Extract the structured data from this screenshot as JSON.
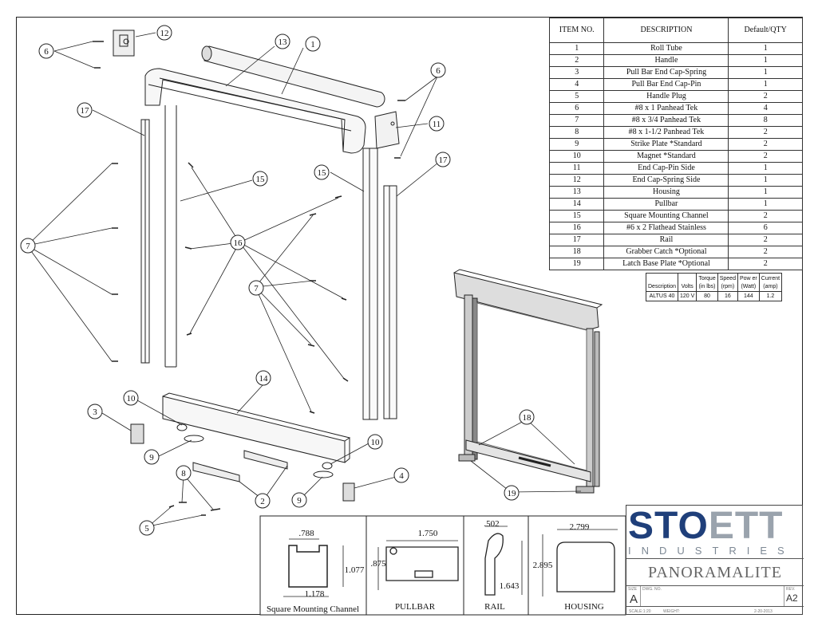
{
  "table": {
    "headers": [
      "ITEM NO.",
      "DESCRIPTION",
      "Default/QTY"
    ],
    "rows": [
      [
        "1",
        "Roll Tube",
        "1"
      ],
      [
        "2",
        "Handle",
        "1"
      ],
      [
        "3",
        "Pull Bar End Cap-Spring",
        "1"
      ],
      [
        "4",
        "Pull Bar End Cap-Pin",
        "1"
      ],
      [
        "5",
        "Handle Plug",
        "2"
      ],
      [
        "6",
        "#8 x 1 Panhead Tek",
        "4"
      ],
      [
        "7",
        "#8 x 3/4 Panhead Tek",
        "8"
      ],
      [
        "8",
        "#8 x 1-1/2 Panhead Tek",
        "2"
      ],
      [
        "9",
        "Strike Plate *Standard",
        "2"
      ],
      [
        "10",
        "Magnet *Standard",
        "2"
      ],
      [
        "11",
        "End Cap-Pin Side",
        "1"
      ],
      [
        "12",
        "End Cap-Spring Side",
        "1"
      ],
      [
        "13",
        "Housing",
        "1"
      ],
      [
        "14",
        "Pullbar",
        "1"
      ],
      [
        "15",
        "Square Mounting Channel",
        "2"
      ],
      [
        "16",
        "#6 x 2 Flathead Stainless",
        "6"
      ],
      [
        "17",
        "Rail",
        "2"
      ],
      [
        "18",
        "Grabber Catch *Optional",
        "2"
      ],
      [
        "19",
        "Latch Base Plate *Optional",
        "2"
      ]
    ]
  },
  "motor_table": {
    "headers": [
      "Description",
      "Volts",
      "Torque\n(in lbs)",
      "Speed\n(rpm)",
      "Pow er\n(Watt)",
      "Current\n(amp)"
    ],
    "header_lines": [
      [
        "Description"
      ],
      [
        "Volts"
      ],
      [
        "Torque",
        "(in lbs)"
      ],
      [
        "Speed",
        "(rpm)"
      ],
      [
        "Pow er",
        "(Watt)"
      ],
      [
        "Current",
        "(amp)"
      ]
    ],
    "row": [
      "ALTUS 40",
      "120 V",
      "80",
      "16",
      "144",
      "1.2"
    ]
  },
  "callouts": {
    "c1": "1",
    "c2": "2",
    "c3": "3",
    "c4": "4",
    "c5": "5",
    "c6a": "6",
    "c6b": "6",
    "c7a": "7",
    "c7b": "7",
    "c8": "8",
    "c9a": "9",
    "c9b": "9",
    "c10a": "10",
    "c10b": "10",
    "c11": "11",
    "c12": "12",
    "c13": "13",
    "c14": "14",
    "c15a": "15",
    "c15b": "15",
    "c16": "16",
    "c17a": "17",
    "c17b": "17",
    "c18": "18",
    "c19": "19"
  },
  "profiles": {
    "square": {
      "label": "Square Mounting Channel",
      "width": ".788",
      "height": "1.077",
      "base": "1.178"
    },
    "pullbar": {
      "label": "PULLBAR",
      "width": "1.750",
      "height": ".875"
    },
    "rail": {
      "label": "RAIL",
      "width": ".502",
      "height": "1.643"
    },
    "housing": {
      "label": "HOUSING",
      "width": "2.799",
      "height": "2.895"
    }
  },
  "title_block": {
    "logo_dark": "STO",
    "logo_light": "ETT",
    "logo_sub": "INDUSTRIES",
    "product": "PANORAMALITE",
    "size_label": "SIZE",
    "size": "A",
    "dwg_label": "DWG. NO.",
    "rev_label": "REV.",
    "rev": "A2",
    "scale": "SCALE:1:20",
    "weight": "WEIGHT:",
    "date": "2-20-2013"
  }
}
